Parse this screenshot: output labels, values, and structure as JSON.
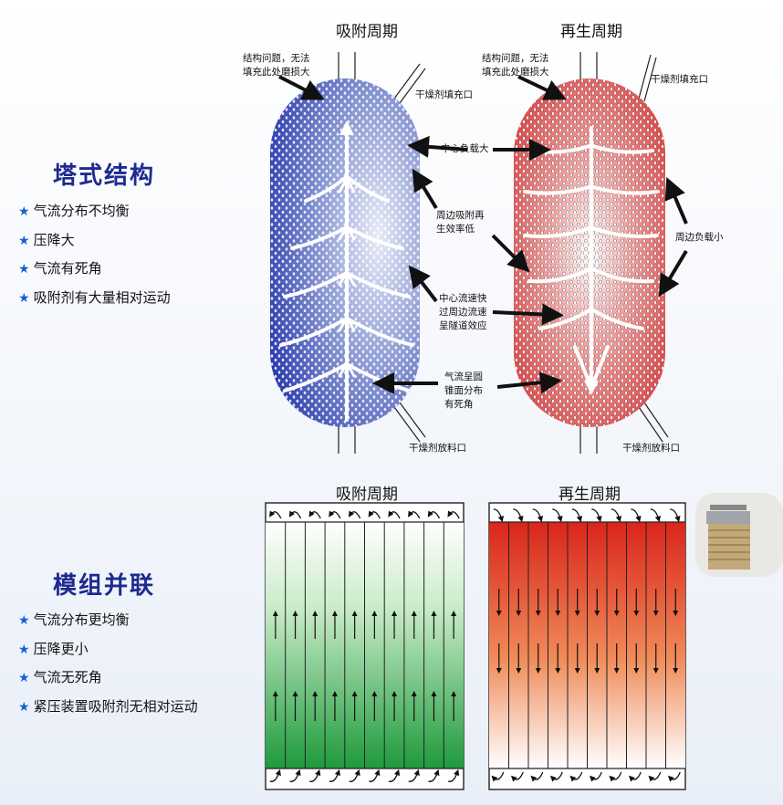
{
  "tower": {
    "title": "塔式结构",
    "bullets": [
      "气流分布不均衡",
      "压降大",
      "气流有死角",
      "吸附剂有大量相对运动"
    ],
    "adsorption_label": "吸附周期",
    "regeneration_label": "再生周期",
    "annotations": {
      "structure_wear": [
        "结构问题，无法",
        "填充此处磨损大"
      ],
      "fill_port": "干燥剂填充口",
      "center_load": "中心负载大",
      "edge_efficiency": [
        "周边吸附再",
        "生效率低"
      ],
      "edge_load": "周边负载小",
      "tunnel_effect": [
        "中心流速快",
        "过周边流速",
        "呈隧道效应"
      ],
      "cone_dead": [
        "气流呈圆",
        "锥面分布",
        "有死角"
      ],
      "discharge_port": "干燥剂放料口"
    },
    "colors": {
      "adsorption": "#1f2fa8",
      "regeneration": "#d81e1e"
    }
  },
  "module": {
    "title": "模组并联",
    "bullets": [
      "气流分布更均衡",
      "压降更小",
      "气流无死角",
      "紧压装置吸附剂无相对运动"
    ],
    "adsorption_label": "吸附周期",
    "regeneration_label": "再生周期",
    "colors": {
      "adsorption": "#1e9a3c",
      "regeneration": "#d9251b"
    }
  },
  "icons": [
    "star-icon",
    "arrow-icon",
    "module-photo-icon"
  ]
}
